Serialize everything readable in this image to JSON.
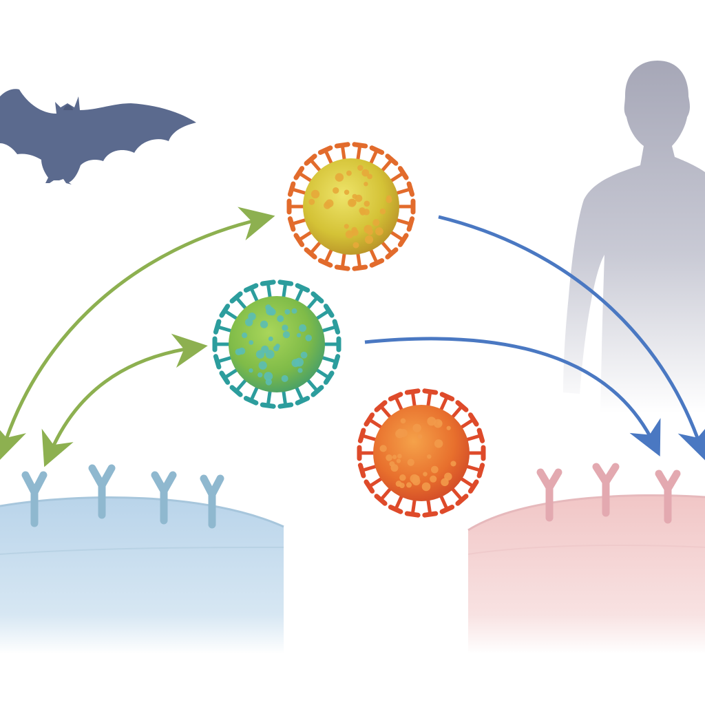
{
  "diagram": {
    "hosts": [
      {
        "id": "bat",
        "icon": "bat-silhouette-icon",
        "color": "#5b6a8e"
      },
      {
        "id": "human",
        "icon": "human-silhouette-icon",
        "color": "#a9aab8"
      }
    ],
    "cells": [
      {
        "id": "bat-cell",
        "color": "#bcd6ea",
        "receptor_color": "#8fb8cf",
        "receptor_count": 4
      },
      {
        "id": "human-cell",
        "color": "#f3cfcf",
        "receptor_color": "#e3a9b0",
        "receptor_count": 3
      }
    ],
    "viruses": [
      {
        "id": "virus-yellow",
        "fill": "#d9cc3a",
        "spike": "#e26b2c"
      },
      {
        "id": "virus-green",
        "fill": "#8cc44a",
        "spike": "#2c9d9d"
      },
      {
        "id": "virus-red",
        "fill": "#ea7a2c",
        "spike": "#de4a2a"
      }
    ],
    "arrows": [
      {
        "id": "bat-cell-to-yellow-virus",
        "color": "#8db050",
        "direction": "bidirectional"
      },
      {
        "id": "bat-cell-to-green-virus",
        "color": "#8db050",
        "direction": "bidirectional"
      },
      {
        "id": "yellow-virus-to-human-cell",
        "color": "#4a78c2",
        "direction": "one-way"
      },
      {
        "id": "green-virus-to-human-cell",
        "color": "#4a78c2",
        "direction": "one-way"
      }
    ]
  }
}
